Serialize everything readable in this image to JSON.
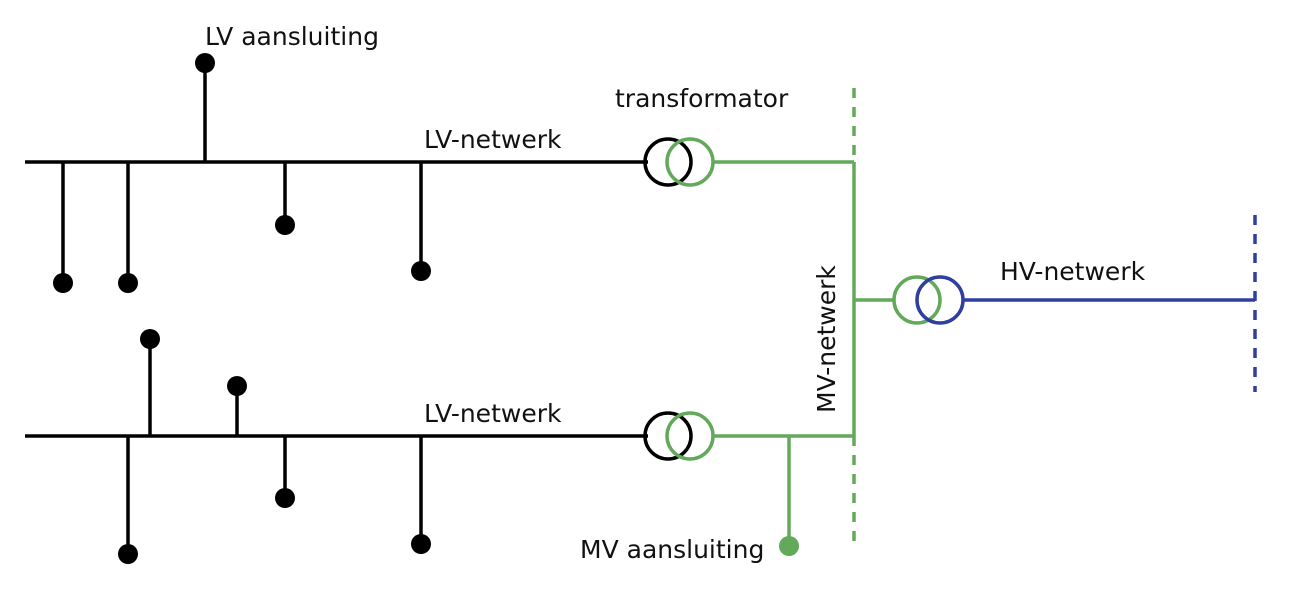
{
  "labels": {
    "lv_connection": "LV aansluiting",
    "transformer": "transformator",
    "lv_network_top": "LV-netwerk",
    "lv_network_bottom": "LV-netwerk",
    "mv_network": "MV-netwerk",
    "hv_network": "HV-netwerk",
    "mv_connection": "MV aansluiting"
  },
  "colors": {
    "lv": "#000000",
    "mv": "#63a95a",
    "hv": "#2e3f9f",
    "text": "#111111"
  }
}
